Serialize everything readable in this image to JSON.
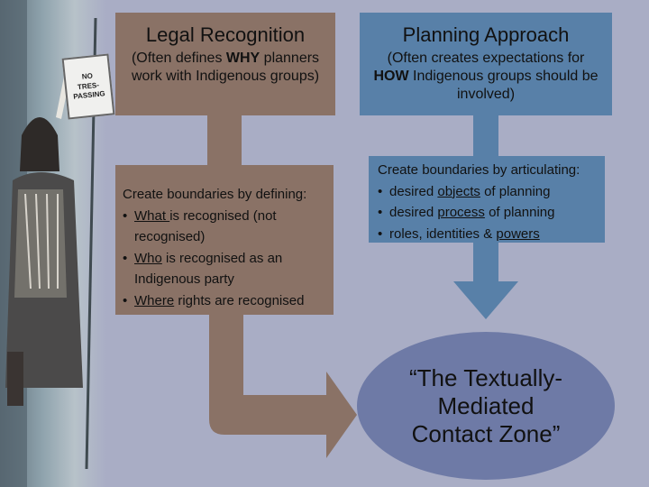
{
  "photo": {
    "sign_lines": [
      "NO",
      "TRES-",
      "PASSING"
    ]
  },
  "legal": {
    "title": "Legal Recognition",
    "subtitle_prefix": "(Often defines ",
    "subtitle_bold": "WHY",
    "subtitle_suffix": " planners work with Indigenous groups)",
    "detail_intro": "Create boundaries by defining:",
    "bullets": [
      {
        "key": "What ",
        "rest": "is recognised (not recognised)"
      },
      {
        "key": "Who",
        "rest": " is recognised as an Indigenous party"
      },
      {
        "key": "Where",
        "rest": " rights are recognised"
      }
    ],
    "color": "#8a7266"
  },
  "planning": {
    "title": "Planning Approach",
    "subtitle_prefix": "(Often creates expectations for ",
    "subtitle_bold": "HOW",
    "subtitle_suffix": " Indigenous groups should be involved)",
    "detail_intro": "Create boundaries by articulating:",
    "bullets": [
      {
        "pre": "desired ",
        "key": "objects",
        "post": " of planning"
      },
      {
        "pre": "desired ",
        "key": "process",
        "post": " of planning"
      },
      {
        "pre": "roles, identities & ",
        "key": "powers",
        "post": ""
      }
    ],
    "color": "#5880a8"
  },
  "zone": {
    "label": "“The Textually-Mediated Contact Zone”",
    "color": "#6e7aa6"
  },
  "bullet_char": "•"
}
